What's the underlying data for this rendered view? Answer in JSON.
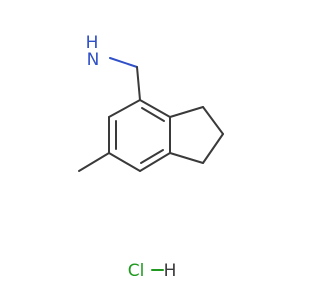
{
  "molecule": {
    "atoms": {
      "nitrogen": "N",
      "nitrogen_hydrogen": "H",
      "chlorine": "Cl",
      "chloride_hydrogen": "H"
    },
    "colors": {
      "bond": "#3a3a3a",
      "nitrogen": "#3050c8",
      "chlorine": "#1f9a1f",
      "hydrogen": "#3a3a3a"
    }
  }
}
